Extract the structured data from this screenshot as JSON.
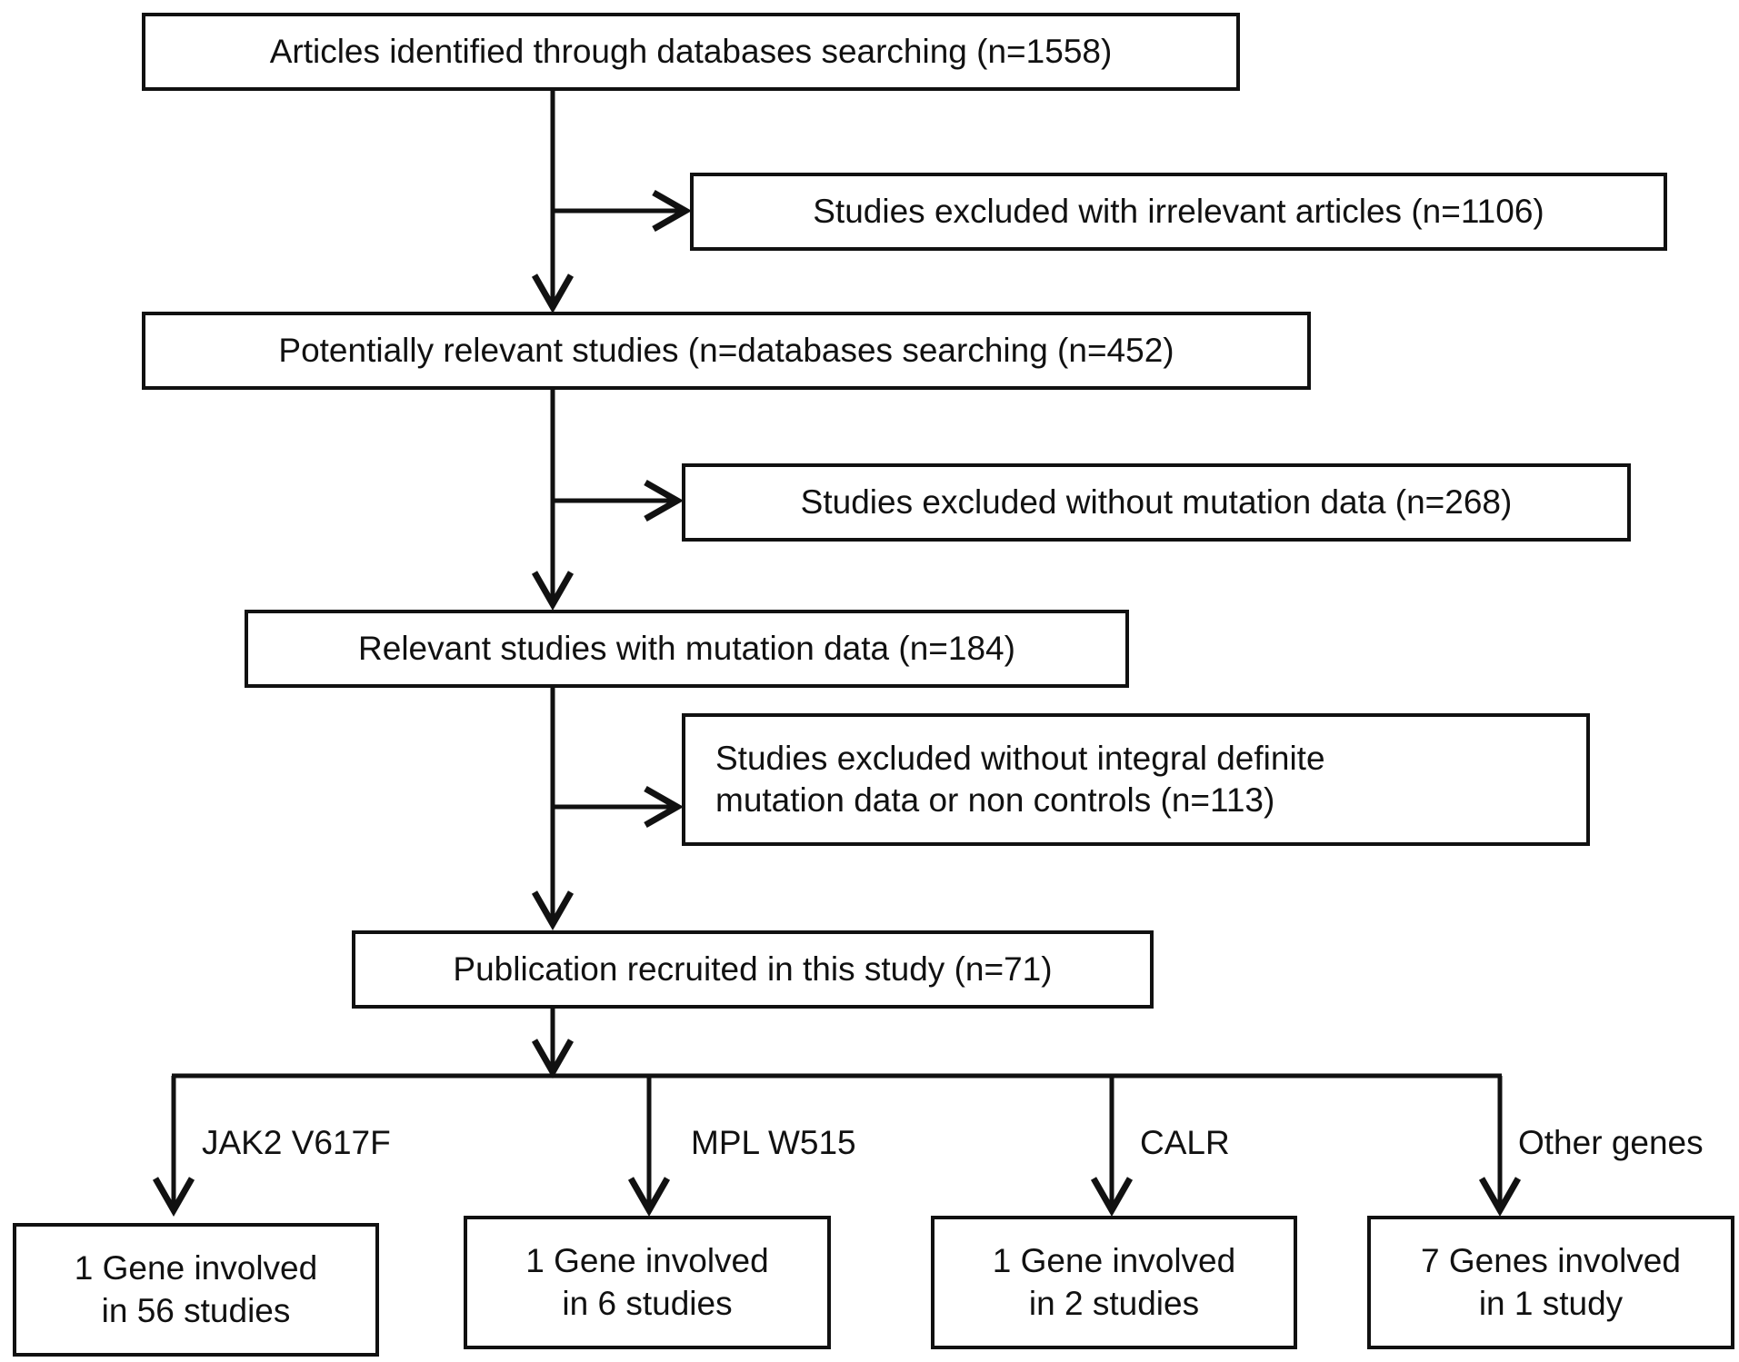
{
  "boxes": {
    "identified": "Articles identified through databases searching (n=1558)",
    "excluded_irrelevant": "Studies excluded with irrelevant articles (n=1106)",
    "potentially_relevant": "Potentially relevant studies (n=databases searching (n=452)",
    "excluded_no_mutation": "Studies excluded without mutation data (n=268)",
    "relevant_mutation": "Relevant studies with mutation data (n=184)",
    "excluded_integral": {
      "line1": "Studies excluded without integral definite",
      "line2": "mutation data or non controls (n=113)"
    },
    "recruited": "Publication recruited in this study (n=71)"
  },
  "branches": [
    {
      "label": "JAK2 V617F",
      "line1": "1 Gene involved",
      "line2": "in 56 studies"
    },
    {
      "label": "MPL W515",
      "line1": "1 Gene involved",
      "line2": "in 6 studies"
    },
    {
      "label": "CALR",
      "line1": "1 Gene involved",
      "line2": "in 2 studies"
    },
    {
      "label": "Other genes",
      "line1": "7 Genes involved",
      "line2": "in 1 study"
    }
  ]
}
